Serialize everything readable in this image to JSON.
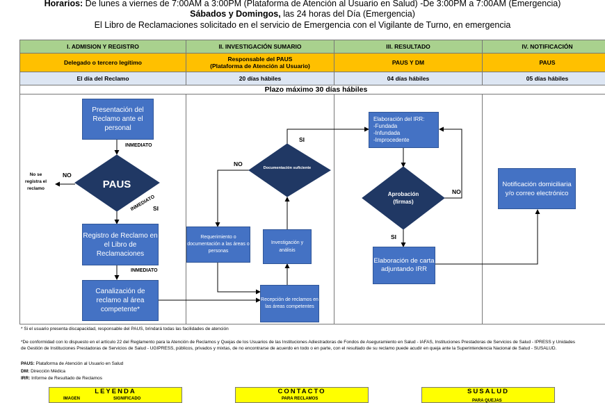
{
  "header": {
    "line1_bold": "Horarios:",
    "line1_rest": " De lunes a viernes de 7:00AM a 3:00PM (Plataforma de Atención al Usuario en Salud) -De 3:00PM a 7:00AM (Emergencia)",
    "line2_bold": "Sábados y Domingos,",
    "line2_rest": " las 24 horas del Día (Emergencia)",
    "line3": "El Libro de Reclamaciones solicitado en el servicio de Emergencia con el Vigilante de Turno, en emergencia"
  },
  "stages": [
    {
      "title": "I. ADMISION Y REGISTRO",
      "responsible": "Delegado o tercero legítimo",
      "time": "El día del Reclamo"
    },
    {
      "title": "II. INVESTIGACIÓN SUMARIO",
      "responsible": "Responsable del PAUS\n(Plataforma de Atención al Usuario)",
      "time": "20 días hábiles"
    },
    {
      "title": "III. RESULTADO",
      "responsible": "PAUS Y DM",
      "time": "04 días hábiles"
    },
    {
      "title": "IV. NOTIFICACIÓN",
      "responsible": "PAUS",
      "time": "05 días hábiles"
    }
  ],
  "plazo": "Plazo máximo 30 días hábiles",
  "flow": {
    "presentacion": "Presentación del Reclamo ante el personal",
    "paus": "PAUS",
    "registro": "Registro de Reclamo en el Libro de Reclamaciones",
    "canalizacion": "Canalización de reclamo al área competente*",
    "requerimiento": "Requerimiento o documentación a las áreas o personas",
    "investigacion": "Investigación y análisis",
    "documentacion": "Documentación suficiente",
    "recepcion": "Recepción de reclamos en las áreas competentes",
    "elaboracion_irr": "Elaboración del IRR:\n-Fundada\n-Infundada\n-Improcedente",
    "aprobacion": "Aprobación\n(firmas)",
    "elaboracion_carta": "Elaboración de carta adjuntando IRR",
    "notificacion": "Notificación domiciliaria y/o correo electrónico",
    "inmediato1": "INMEDIATO",
    "inmediato2": "INMEDIATO",
    "inmediato3": "INMEDIATO",
    "no_se_registra": "No se\nregistra el\nreclamo",
    "no1": "NO",
    "si1": "SI",
    "no2": "NO",
    "si2": "SI",
    "no3": "NO",
    "si3": "SI"
  },
  "notes": {
    "n1": "* Si el usuario presenta discapacidad, responsable del PAUS, brindará todas las facilidades de atención",
    "n2a": "*De conformidad con lo dispuesto en el artículo 22 del Reglamento para la Atención de Reclamos y Quejas de los Usuarios de las Instituciones Adiestradoras de Fondos de Aseguramiento en Salud - IAFAS, Instituciones Prestadoras de Servicios de Salud - IPRESS y Unidades",
    "n2b": "de Gestión de Instituciones Prestadoras de Servicios de Salud - UGIPRESS, públicos, privados y mixtas, de no encontrarse de acuerdo en todo o en parte, con el resultado de su reclamo puede acudir en queja ante la Superintendencia Nacional de Salud - SUSALUD.",
    "abbr": [
      {
        "k": "PAUS:",
        "v": " Plataforma de Atención al Usuario en Salud"
      },
      {
        "k": "DM:",
        "v": " Dirección Médica"
      },
      {
        "k": "IRR:",
        "v": " Informe de Resultado de Reclamos"
      }
    ]
  },
  "legend": {
    "title": "LEYENDA",
    "col1": "IMAGEN",
    "col2": "SIGNIFICADO"
  },
  "contacto": {
    "title": "CONTACTO",
    "sub": "PARA RECLAMOS"
  },
  "susalud": {
    "title": "SUSALUD",
    "sub": "PARA QUEJAS"
  },
  "colors": {
    "box": "#4472c4",
    "diamond": "#203864",
    "green": "#a9d18e",
    "orange": "#ffc000",
    "lightblue": "#dde6f3",
    "yellow": "#ffff00"
  }
}
